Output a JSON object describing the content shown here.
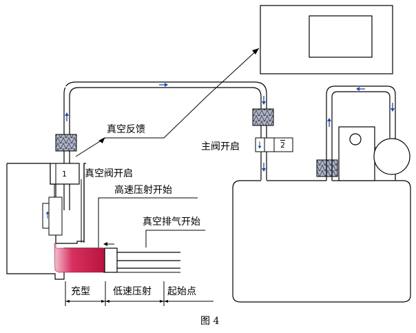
{
  "labels": {
    "vacuum_feedback": "真空反馈",
    "main_valve_open": "主阀开启",
    "vacuum_valve_open": "真空阀开启",
    "high_speed_start": "高速压射开始",
    "vacuum_exhaust_start": "真空排气开始",
    "stage_fill": "充型",
    "stage_low_speed": "低速压射",
    "stage_start_point": "起始点",
    "valve1_number": "1",
    "valve2_number": "2",
    "caption": "图 4"
  },
  "colors": {
    "line": "#000000",
    "casting": "#c8194a",
    "filter_fill": "#9aa0b8",
    "pipe": "#ffffff",
    "arrow": "#1a4aa8"
  },
  "icons": {
    "flow_arrow": "arrow-icon",
    "filter": "filter-icon"
  }
}
